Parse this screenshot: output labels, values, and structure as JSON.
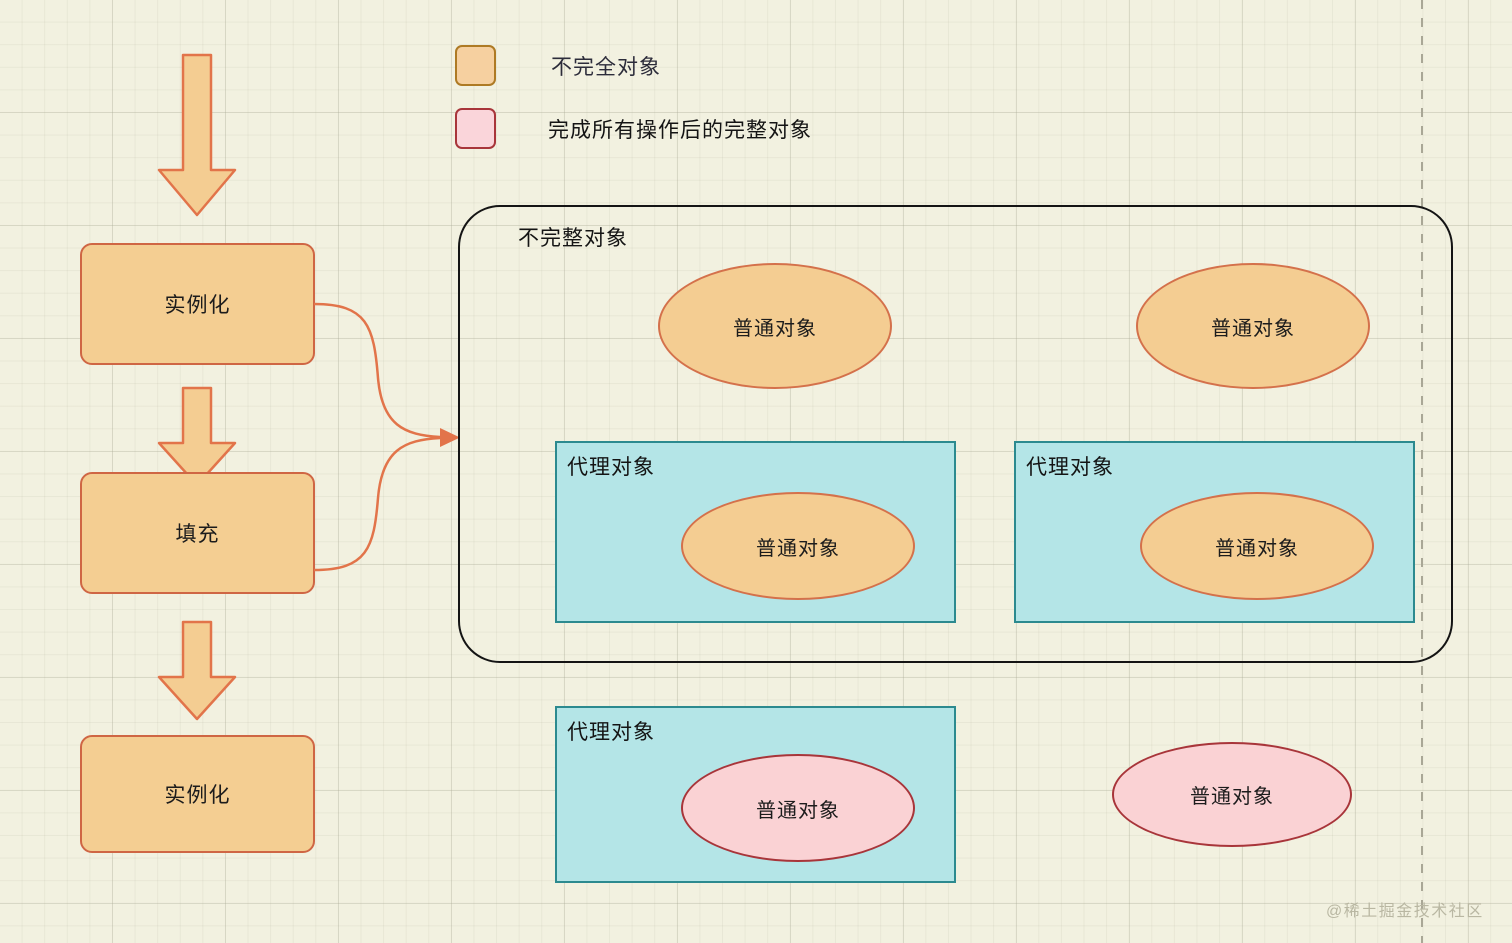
{
  "legend": {
    "items": [
      {
        "label": "不完全对象",
        "swatch": "orange-swatch"
      },
      {
        "label": "完成所有操作后的完整对象",
        "swatch": "pink-swatch"
      }
    ]
  },
  "flow": {
    "steps": [
      {
        "label": "实例化"
      },
      {
        "label": "填充"
      },
      {
        "label": "实例化"
      }
    ]
  },
  "incomplete_container": {
    "title": "不完整对象",
    "plain_objects": [
      {
        "label": "普通对象"
      },
      {
        "label": "普通对象"
      }
    ],
    "proxy_boxes": [
      {
        "title": "代理对象",
        "inner": {
          "label": "普通对象"
        }
      },
      {
        "title": "代理对象",
        "inner": {
          "label": "普通对象"
        }
      }
    ]
  },
  "complete_row": {
    "proxy_box": {
      "title": "代理对象",
      "inner": {
        "label": "普通对象"
      }
    },
    "plain_object": {
      "label": "普通对象"
    }
  },
  "watermark": {
    "text": "@稀土掘金技术社区"
  },
  "colors": {
    "background": "#f2f1e0",
    "incomplete_fill": "#f4cd92",
    "incomplete_stroke": "#d4714b",
    "complete_fill": "#fad2d4",
    "complete_stroke": "#a8353a",
    "proxy_fill": "#b4e5e7",
    "proxy_stroke": "#2c8a8f",
    "container_stroke": "#141414",
    "arrow_fill": "#f4cd92",
    "arrow_stroke": "#e2744a",
    "connector_stroke": "#e2744a"
  }
}
